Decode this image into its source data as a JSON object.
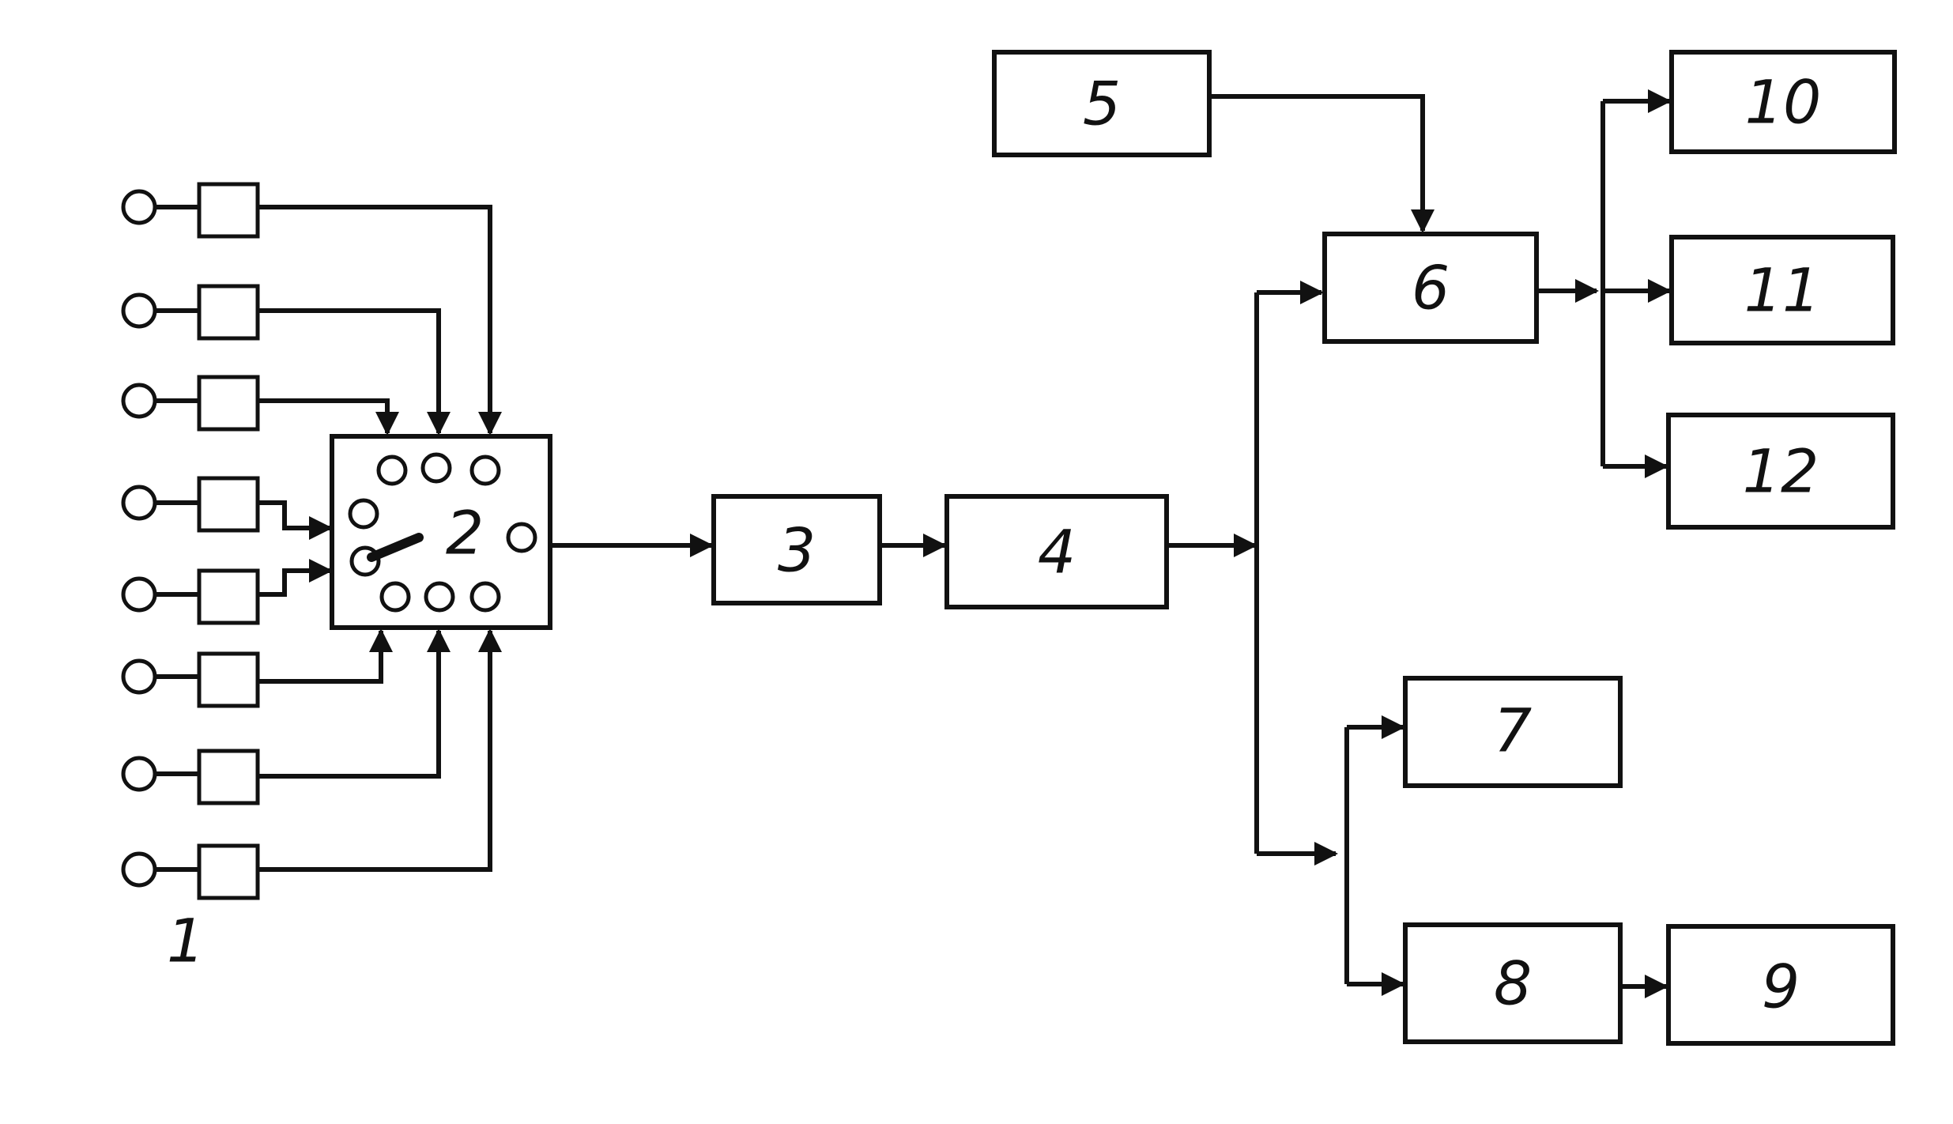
{
  "labels": {
    "sources": "1",
    "switch": "2",
    "b3": "3",
    "b4": "4",
    "b5": "5",
    "b6": "6",
    "b7": "7",
    "b8": "8",
    "b9": "9",
    "b10": "10",
    "b11": "11",
    "b12": "12"
  }
}
